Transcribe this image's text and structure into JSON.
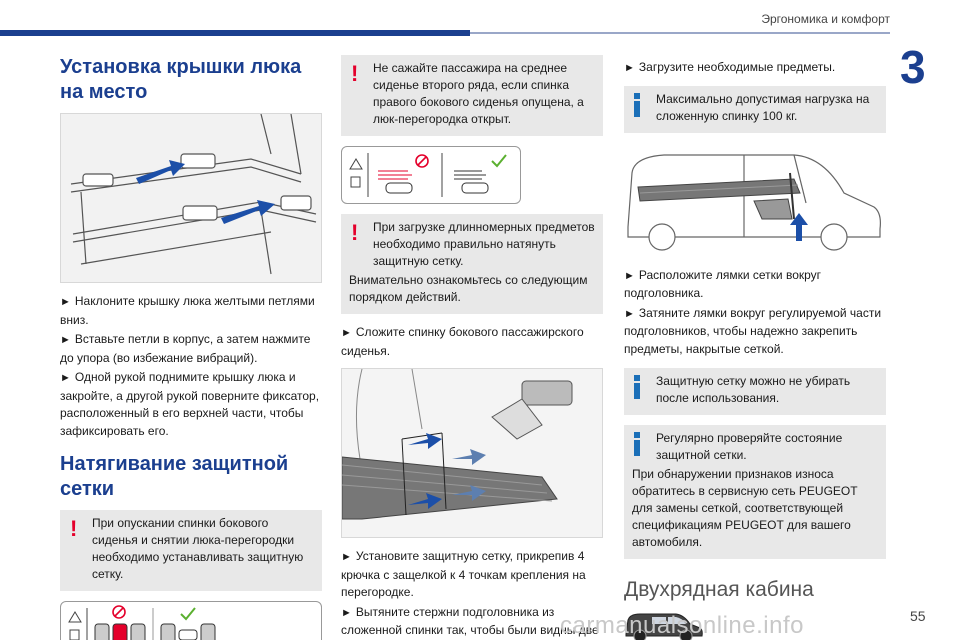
{
  "header": {
    "section_title": "Эргономика и комфорт",
    "chapter": "3",
    "page_number": "55",
    "accent_color": "#1b3f8f",
    "warning_color": "#e4002b",
    "info_color": "#1b6fb8"
  },
  "col1": {
    "title": "Установка крышки люка на место",
    "steps": [
      "Наклоните крышку люка желтыми петлями вниз.",
      "Вставьте петли в корпус, а затем нажмите до упора (во избежание вибраций).",
      "Одной рукой поднимите крышку люка и закройте, а другой рукой поверните фиксатор, расположенный в его верхней части, чтобы зафиксировать его."
    ],
    "subtitle": "Натягивание защитной сетки",
    "warning": "При опускании спинки бокового сиденья и снятии люка-перегородки необходимо устанавливать защитную сетку."
  },
  "col2": {
    "warning1": "Не сажайте пассажира на среднее сиденье второго ряда, если спинка правого бокового сиденья опущена, а люк-перегородка открыт.",
    "warning2_line1": "При загрузке длинномерных предметов необходимо правильно натянуть защитную сетку.",
    "warning2_line2": "Внимательно ознакомьтесь со следующим порядком действий.",
    "step1": "Сложите спинку бокового пассажирского сиденья.",
    "steps2": [
      "Установите защитную сетку, прикрепив 4 крючка с защелкой к 4 точкам крепления на перегородке.",
      "Вытяните стержни подголовника из сложенной спинки так, чтобы были видны две зубчатые прорези-фиксаторы."
    ]
  },
  "col3": {
    "step1": "Загрузите необходимые предметы.",
    "info1": "Максимально допустимая нагрузка на сложенную спинку 100 кг.",
    "steps2": [
      "Расположите лямки сетки вокруг подголовника.",
      "Затяните лямки вокруг регулируемой части подголовников, чтобы надежно закрепить предметы, накрытые сеткой."
    ],
    "info2": "Защитную сетку можно не убирать после использования.",
    "info3_line1": "Регулярно проверяйте состояние защитной сетки.",
    "info3_line2": "При обнаружении признаков износа обратитесь в сервисную сеть PEUGEOT для замены сеткой, соответствующей спецификациям PEUGEOT для вашего автомобиля.",
    "section_title": "Двухрядная кабина"
  },
  "watermark": "carmanualsonline.info"
}
